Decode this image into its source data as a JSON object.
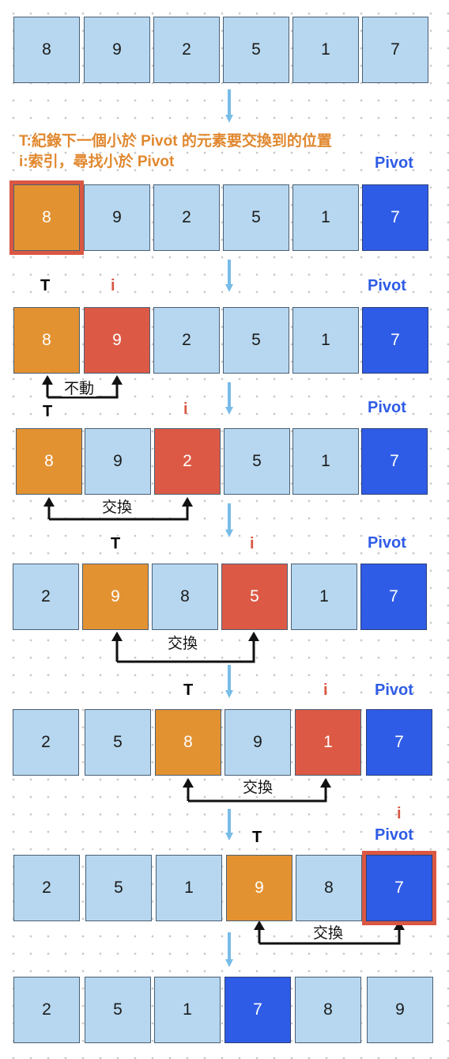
{
  "colors": {
    "light": "#b6d7ef",
    "orange": "#e39232",
    "red": "#dc5a45",
    "blue": "#2f5ce6"
  },
  "description": {
    "line1": "T:紀錄下一個小於 Pivot 的元素要交換到的位置",
    "line2": "i:索引，尋找小於 Pivot"
  },
  "labels": {
    "t": "T",
    "i": "i",
    "pivot": "Pivot"
  },
  "rows": [
    {
      "values": [
        "8",
        "9",
        "2",
        "5",
        "1",
        "7"
      ],
      "styles": [
        "light",
        "light",
        "light",
        "light",
        "light",
        "light"
      ]
    },
    {
      "values": [
        "8",
        "9",
        "2",
        "5",
        "1",
        "7"
      ],
      "styles": [
        "orange",
        "light",
        "light",
        "light",
        "light",
        "blue"
      ]
    },
    {
      "values": [
        "8",
        "9",
        "2",
        "5",
        "1",
        "7"
      ],
      "styles": [
        "orange",
        "red",
        "light",
        "light",
        "light",
        "blue"
      ],
      "swap_text": "不動"
    },
    {
      "values": [
        "8",
        "9",
        "2",
        "5",
        "1",
        "7"
      ],
      "styles": [
        "orange",
        "light",
        "red",
        "light",
        "light",
        "blue"
      ],
      "swap_text": "交換"
    },
    {
      "values": [
        "2",
        "9",
        "8",
        "5",
        "1",
        "7"
      ],
      "styles": [
        "light",
        "orange",
        "light",
        "red",
        "light",
        "blue"
      ],
      "swap_text": "交換"
    },
    {
      "values": [
        "2",
        "5",
        "8",
        "9",
        "1",
        "7"
      ],
      "styles": [
        "light",
        "light",
        "orange",
        "light",
        "red",
        "blue"
      ],
      "swap_text": "交換"
    },
    {
      "values": [
        "2",
        "5",
        "1",
        "9",
        "8",
        "7"
      ],
      "styles": [
        "light",
        "light",
        "light",
        "orange",
        "light",
        "blue"
      ],
      "swap_text": "交換"
    },
    {
      "values": [
        "2",
        "5",
        "1",
        "7",
        "8",
        "9"
      ],
      "styles": [
        "light",
        "light",
        "light",
        "blue",
        "light",
        "light"
      ]
    }
  ]
}
